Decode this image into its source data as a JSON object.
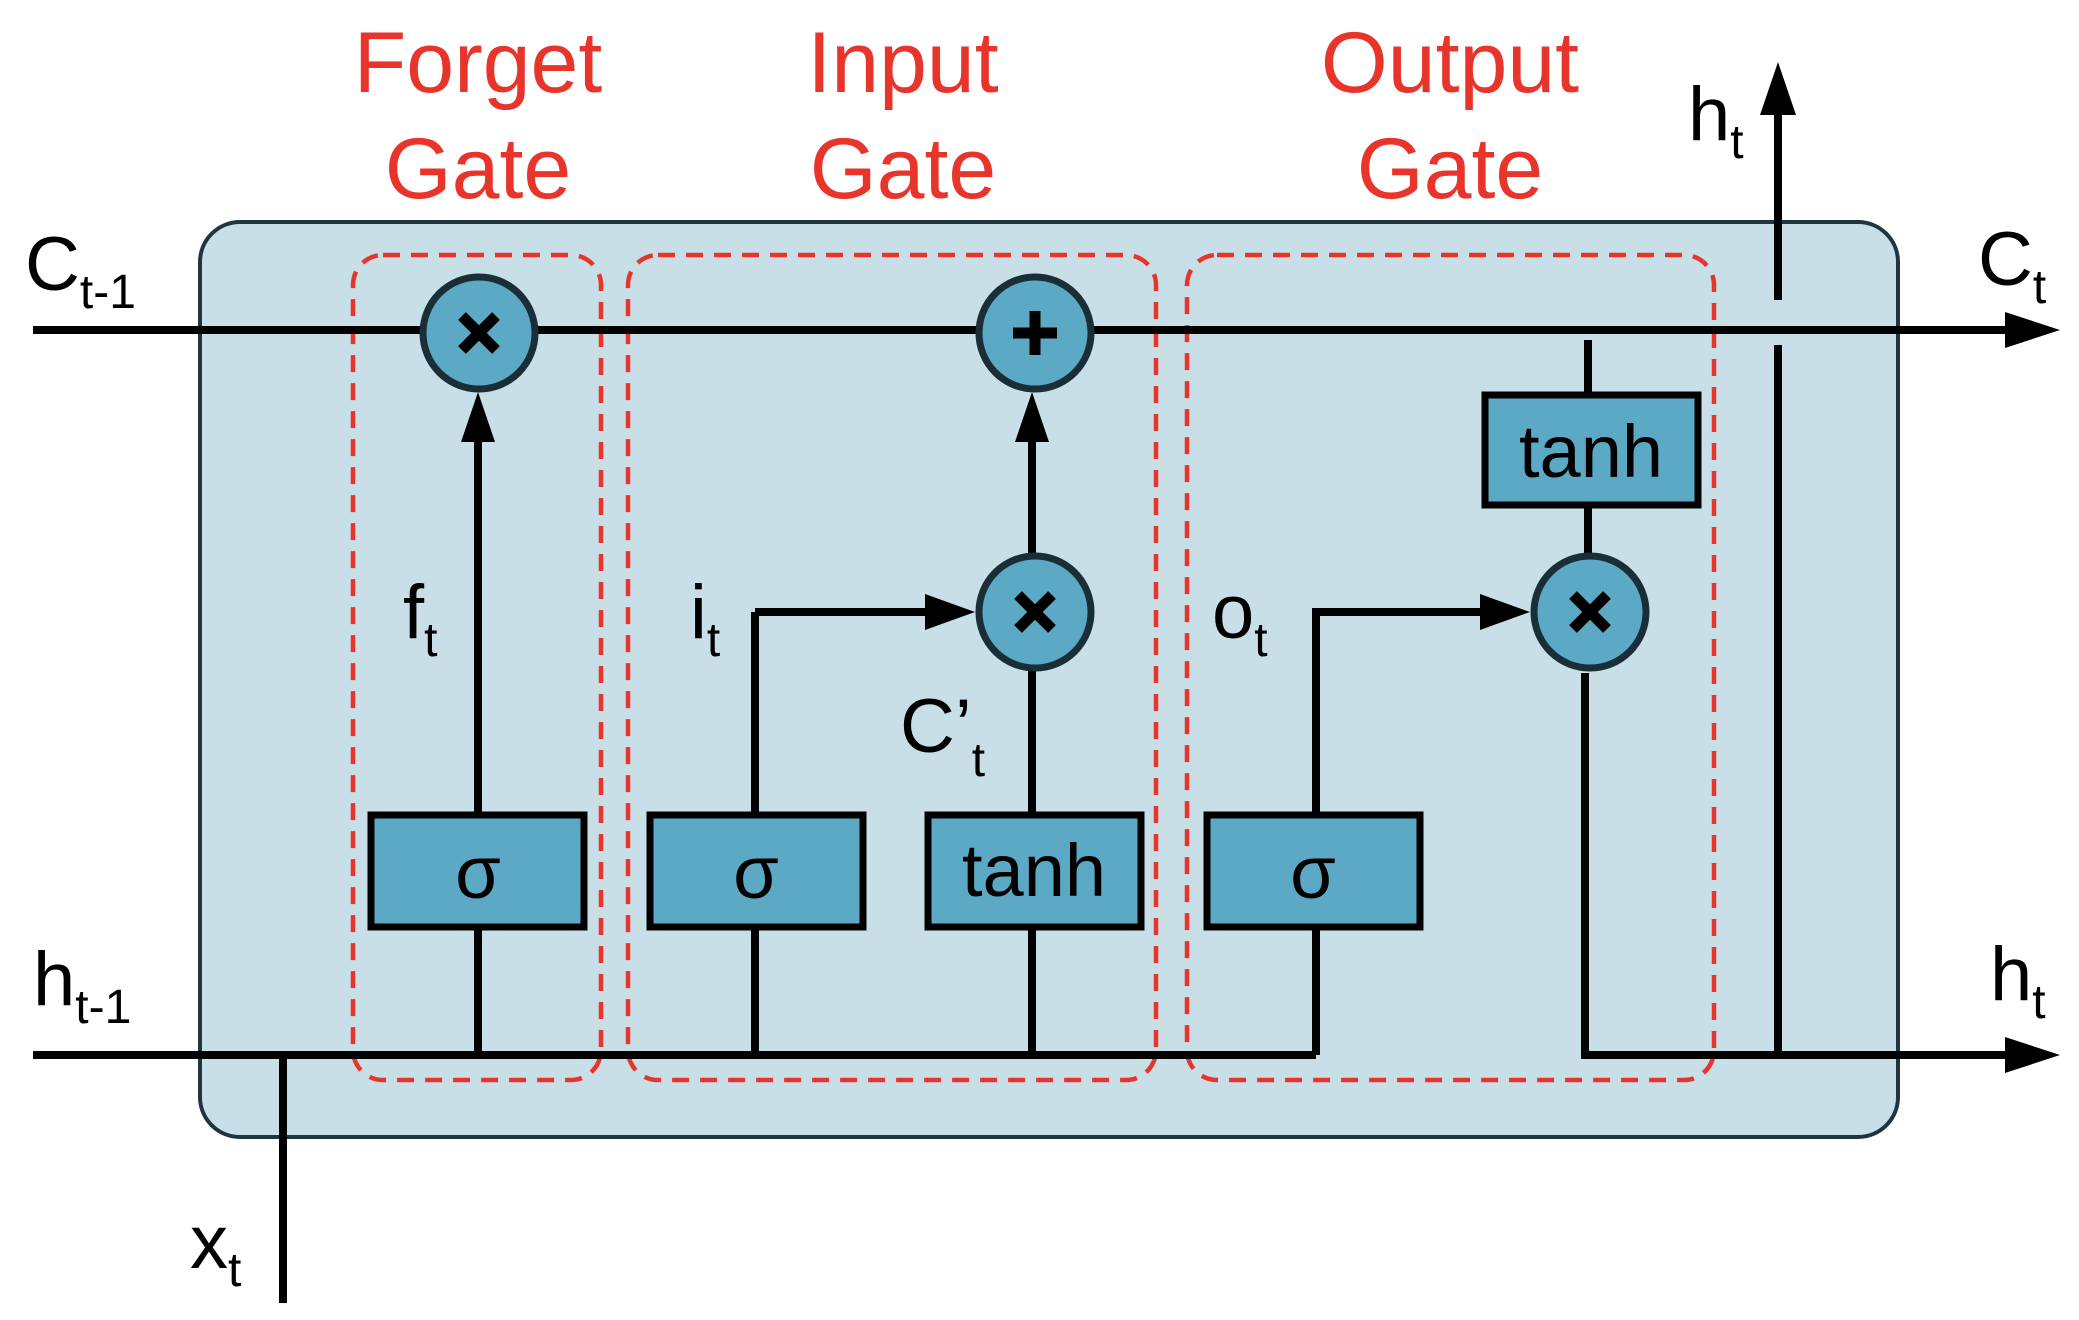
{
  "gates": {
    "forget": {
      "line1": "Forget",
      "line2": "Gate"
    },
    "input": {
      "line1": "Input",
      "line2": "Gate"
    },
    "output": {
      "line1": "Output",
      "line2": "Gate"
    }
  },
  "labels": {
    "c_prev": {
      "base": "C",
      "sub": "t-1"
    },
    "c_next": {
      "base": "C",
      "sub": "t"
    },
    "h_prev": {
      "base": "h",
      "sub": "t-1"
    },
    "h_next": {
      "base": "h",
      "sub": "t"
    },
    "h_top": {
      "base": "h",
      "sub": "t"
    },
    "x_in": {
      "base": "x",
      "sub": "t"
    },
    "f": {
      "base": "f",
      "sub": "t"
    },
    "i": {
      "base": "i",
      "sub": "t"
    },
    "c_cand": {
      "base": "C’",
      "sub": "t"
    },
    "o": {
      "base": "o",
      "sub": "t"
    }
  },
  "boxes": {
    "forget_sigma": "σ",
    "input_sigma": "σ",
    "input_tanh": "tanh",
    "output_sigma": "σ",
    "cell_tanh": "tanh"
  },
  "operators": {
    "forget_mult": "×",
    "cell_add": "+",
    "input_mult": "×",
    "output_mult": "×"
  },
  "colors": {
    "cell_fill": "#c8dfe8",
    "gate_fill": "#5ba9c4",
    "gate_border": "#e8352b"
  }
}
